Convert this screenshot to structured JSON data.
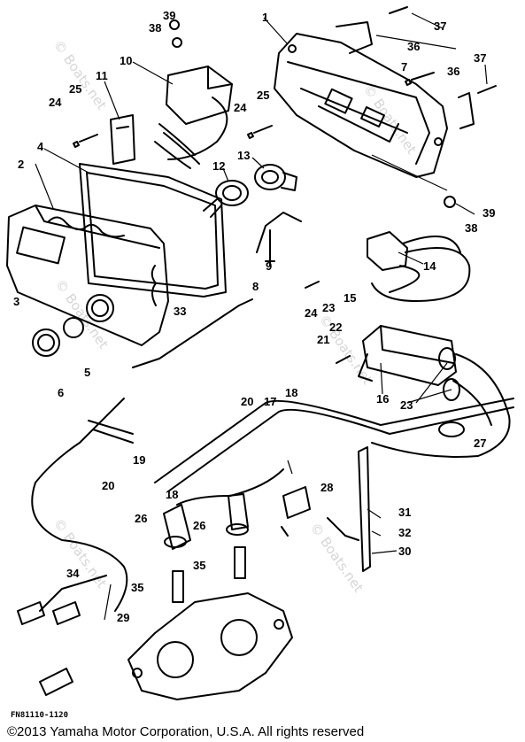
{
  "diagram": {
    "drawing_code": "FN81110-1120",
    "copyright": "©2013 Yamaha Motor Corporation, U.S.A. All rights reserved",
    "watermark": "© Boats.net",
    "callouts": [
      "1",
      "2",
      "3",
      "4",
      "5",
      "6",
      "7",
      "8",
      "9",
      "10",
      "11",
      "12",
      "13",
      "14",
      "15",
      "16",
      "17",
      "18",
      "18",
      "19",
      "20",
      "20",
      "21",
      "22",
      "23",
      "23",
      "24",
      "24",
      "24",
      "25",
      "25",
      "26",
      "26",
      "27",
      "28",
      "29",
      "30",
      "31",
      "32",
      "33",
      "34",
      "35",
      "35",
      "36",
      "36",
      "37",
      "37",
      "38",
      "38",
      "39",
      "39"
    ]
  },
  "colors": {
    "line": "#000000",
    "background": "#ffffff",
    "watermark": "#d6d6d6"
  }
}
